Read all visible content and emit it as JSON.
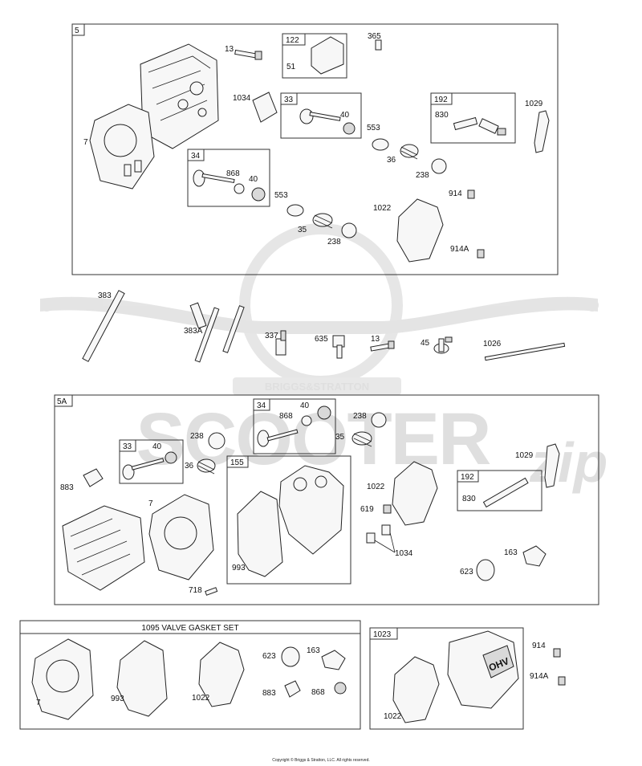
{
  "watermark": {
    "brand": "BRIGGS&STRATTON",
    "text": "SCOOTER",
    "script": "zip"
  },
  "sections": {
    "s5": {
      "label": "5"
    },
    "s5a": {
      "label": "5A"
    },
    "s1095": {
      "title": "1095 VALVE GASKET SET"
    },
    "s1023": {
      "label": "1023"
    }
  },
  "subboxes": {
    "b122": "122",
    "b33a": "33",
    "b192a": "192",
    "b34a": "34",
    "b34b": "34",
    "b33b": "33",
    "b155": "155",
    "b192b": "192"
  },
  "labels": {
    "a13": "13",
    "a365": "365",
    "a122_51": "51",
    "a1034": "1034",
    "a33_40": "40",
    "a553": "553",
    "a192_830": "830",
    "a1029": "1029",
    "a7": "7",
    "a34_868": "868",
    "a34_40": "40",
    "a36": "36",
    "a238": "238",
    "a914": "914",
    "a1022": "1022",
    "a553b": "553",
    "a35": "35",
    "a238b": "238",
    "a914A": "914A",
    "m383": "383",
    "m383A": "383A",
    "m337": "337",
    "m635": "635",
    "m13": "13",
    "m45": "45",
    "m1026": "1026",
    "b40": "40",
    "b868": "868",
    "b238": "238",
    "b238b": "238",
    "b35": "35",
    "b33_40": "40",
    "b36": "36",
    "b1029": "1029",
    "b883": "883",
    "b7": "7",
    "b1022": "1022",
    "b192_830": "830",
    "b619": "619",
    "b1034": "1034",
    "b993": "993",
    "b163": "163",
    "b623": "623",
    "b718": "718",
    "c7": "7",
    "c993": "993",
    "c1022": "1022",
    "c623": "623",
    "c163": "163",
    "c883": "883",
    "c868": "868",
    "d914": "914",
    "d914A": "914A",
    "d1022": "1022"
  },
  "ohv_text": "OHV",
  "copyright": "Copyright © Briggs & Stratton, LLC. All rights reserved."
}
